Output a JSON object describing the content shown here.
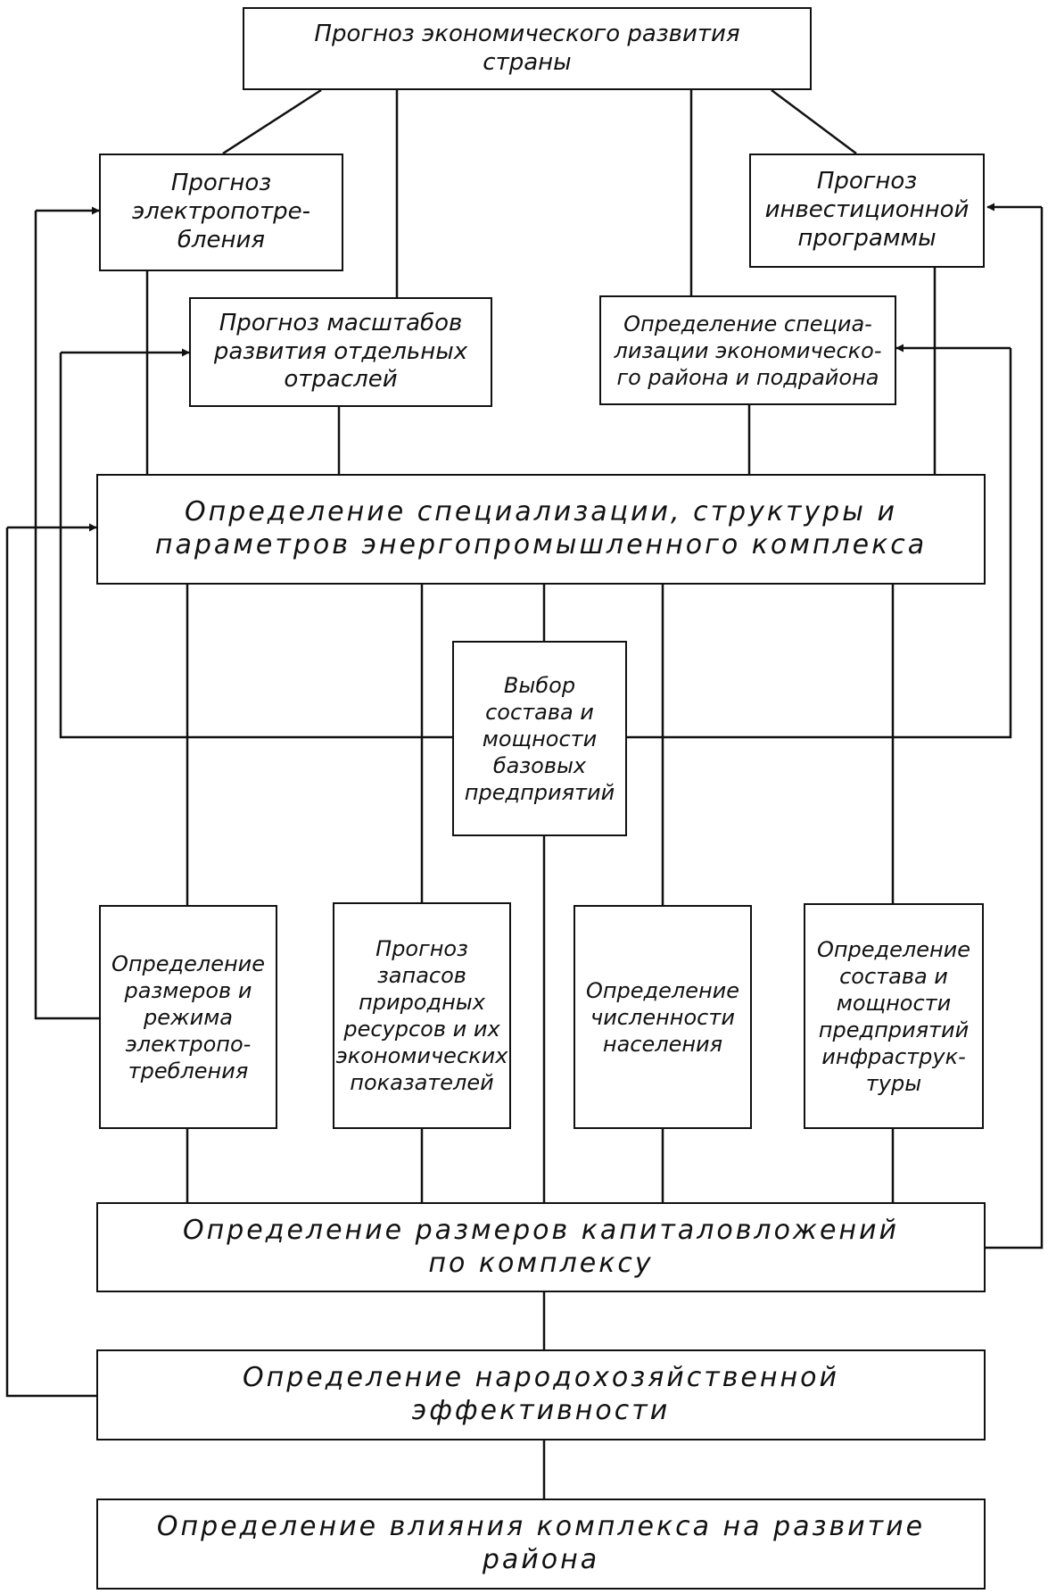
{
  "diagram": {
    "nodes": {
      "forecast_country": "Прогноз экономического развития\nстраны",
      "forecast_power": "Прогноз\nэлектропотре-\nбления",
      "forecast_investment": "Прогноз\nинвестиционной\nпрограммы",
      "forecast_industries": "Прогноз масштабов\nразвития отдельных\nотраслей",
      "specialization_region": "Определение специа-\nлизации экономическо-\nго района и подрайона",
      "complex_structure": "Определение специализации, структуры и\nпараметров энергопромышленного комплекса",
      "base_enterprises": "Выбор\nсостава и\nмощности\nбазовых\nпредприятий",
      "power_regime": "Определение\nразмеров и\nрежима\nэлектропо-\nтребления",
      "natural_resources": "Прогноз\nзапасов\nприродных\nресурсов и их\nэкономических\nпоказателей",
      "population": "Определение\nчисленности\nнаселения",
      "infrastructure": "Определение\nсостава и\nмощности\nпредприятий\nинфраструк-\nтуры",
      "capital_investment": "Определение размеров капиталовложений\nпо комплексу",
      "economic_efficiency": "Определение народохозяйственной\nэффективности",
      "regional_impact": "Определение влияния комплекса на развитие\nрайона"
    }
  }
}
